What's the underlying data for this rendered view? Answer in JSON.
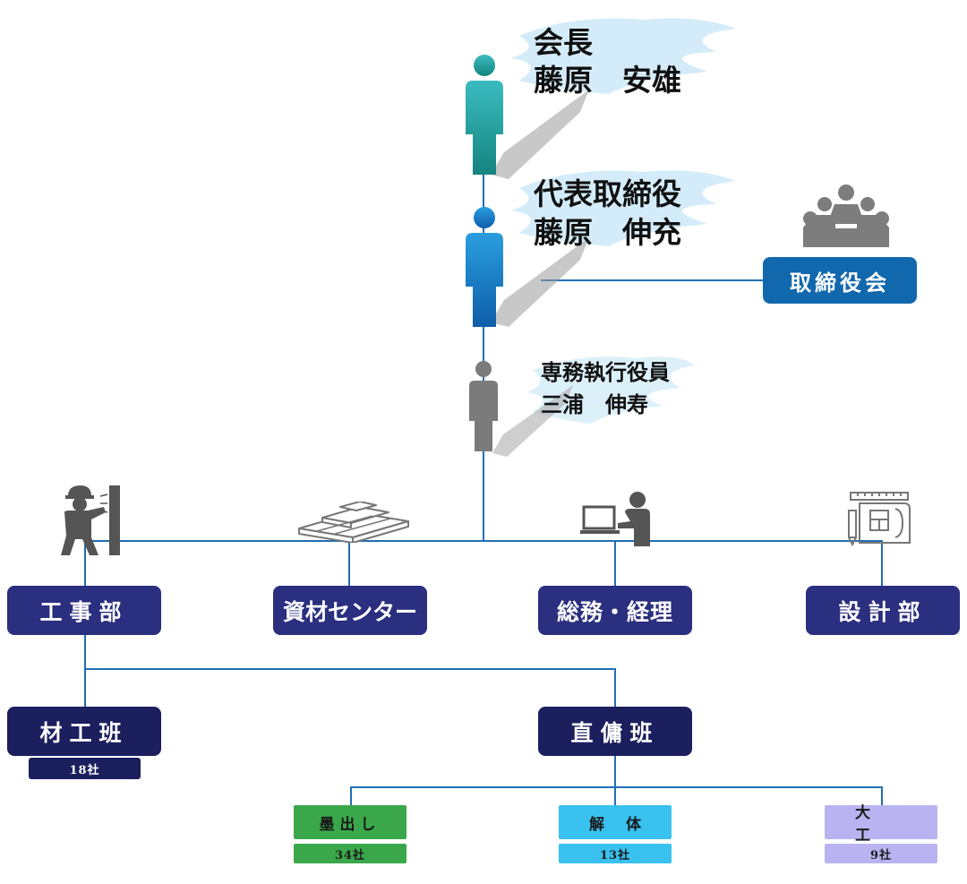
{
  "executives": {
    "chairman": {
      "title": "会長",
      "name": "藤原　安雄",
      "icon": "person-icon",
      "color": "#2aa7a7"
    },
    "president": {
      "title": "代表取締役",
      "name": "藤原　伸充",
      "icon": "person-icon",
      "color": "#1b7fc4"
    },
    "managing_director": {
      "title": "専務執行役員",
      "name": "三浦　伸寿",
      "icon": "person-icon",
      "color": "#7a7a7a"
    }
  },
  "board": {
    "label": "取締役会",
    "icon": "meeting-icon",
    "color": "#1268ad"
  },
  "departments": [
    {
      "label": "工事部",
      "icon": "construction-worker-icon"
    },
    {
      "label": "資材センター",
      "icon": "lumber-stack-icon"
    },
    {
      "label": "総務・経理",
      "icon": "office-worker-icon"
    },
    {
      "label": "設計部",
      "icon": "blueprint-icon"
    }
  ],
  "teams": [
    {
      "label": "材工班",
      "count": "18社"
    },
    {
      "label": "直傭班"
    }
  ],
  "subcontractors": [
    {
      "label": "墨出し",
      "count": "34社",
      "color": "#3aa84a"
    },
    {
      "label": "解体",
      "count": "13社",
      "color": "#39c1f0"
    },
    {
      "label": "大工",
      "count": "9社",
      "color": "#b9b4f1"
    }
  ]
}
